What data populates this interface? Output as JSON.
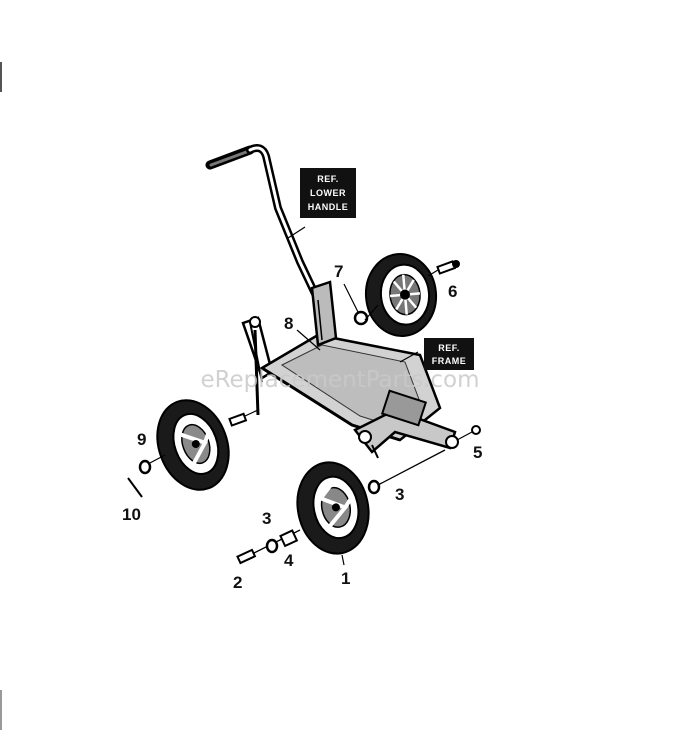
{
  "diagram": {
    "callouts": [
      "1",
      "2",
      "3",
      "3",
      "4",
      "5",
      "6",
      "7",
      "8",
      "9",
      "10"
    ],
    "ref_labels": {
      "lower_handle": [
        "REF.",
        "LOWER",
        "HANDLE"
      ],
      "frame": [
        "REF.",
        "FRAME"
      ]
    },
    "watermark": "eReplacementParts.com"
  }
}
